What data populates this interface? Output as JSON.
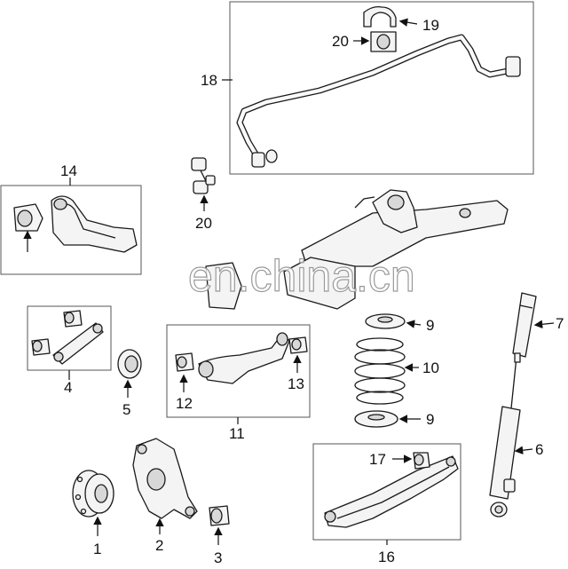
{
  "watermark": "en.china.cn",
  "callouts": {
    "c1": "1",
    "c2": "2",
    "c3": "3",
    "c4": "4",
    "c5": "5",
    "c6": "6",
    "c7": "7",
    "c8": "9",
    "c9": "9",
    "c10": "10",
    "c11": "11",
    "c12": "12",
    "c13": "13",
    "c14": "14",
    "c16": "16",
    "c17": "17",
    "c18": "18",
    "c19": "19",
    "c20a": "20",
    "c20b": "20"
  }
}
